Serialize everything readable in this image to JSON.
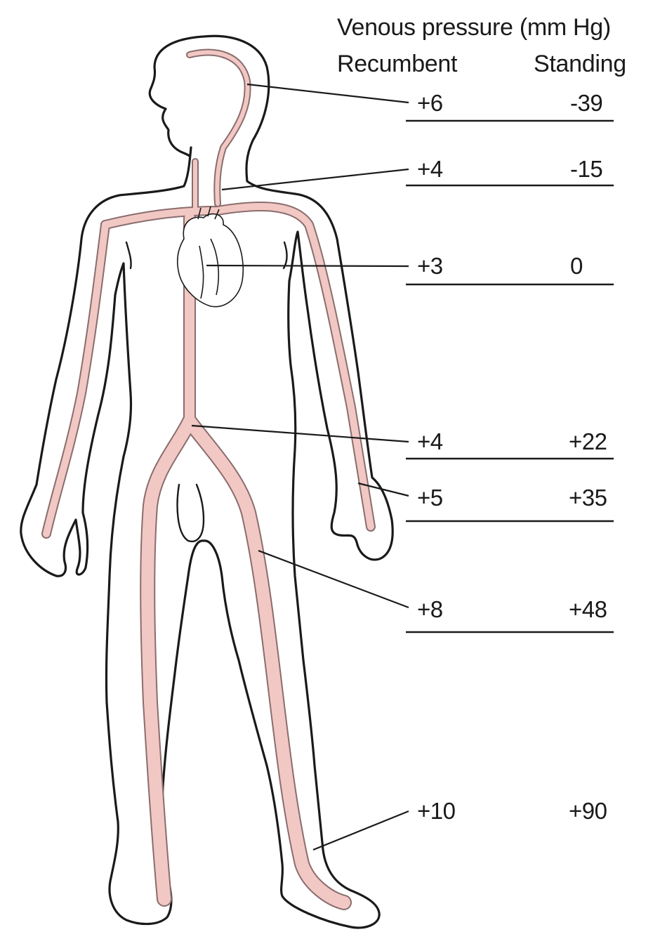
{
  "header": {
    "title": "Venous pressure (mm Hg)",
    "col_recumbent": "Recumbent",
    "col_standing": "Standing"
  },
  "rows": [
    {
      "site": "head sinus",
      "recumbent": "+6",
      "standing": "-39"
    },
    {
      "site": "neck",
      "recumbent": "+4",
      "standing": "-15"
    },
    {
      "site": "right atrium",
      "recumbent": "+3",
      "standing": "0"
    },
    {
      "site": "abdomen",
      "recumbent": "+4",
      "standing": "+22"
    },
    {
      "site": "hand",
      "recumbent": "+5",
      "standing": "+35"
    },
    {
      "site": "thigh",
      "recumbent": "+8",
      "standing": "+48"
    },
    {
      "site": "foot",
      "recumbent": "+10",
      "standing": "+90"
    }
  ],
  "colors": {
    "vein": "#f2c8c4",
    "outline": "#1a1a1a",
    "background": "#ffffff"
  }
}
